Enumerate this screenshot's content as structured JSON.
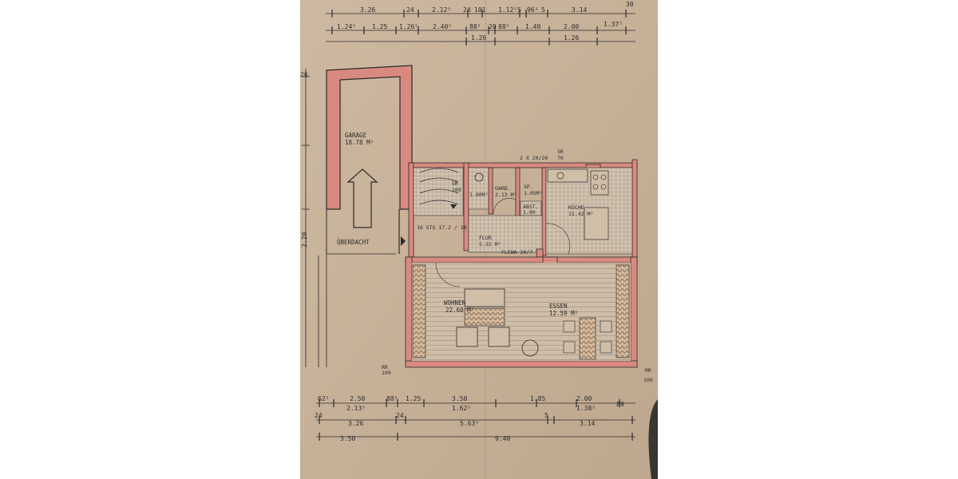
{
  "rooms": {
    "garage": {
      "name": "GARAGE",
      "area": "18.78 M²"
    },
    "ueberdacht": "ÜBERDACHT",
    "gard": {
      "name": "GARD.",
      "area": "2.13 M²"
    },
    "sp": {
      "name": "SP.",
      "area": "1.05M²"
    },
    "kueche": {
      "name": "KÜCHE",
      "area": "11.42 M²"
    },
    "abst": {
      "name": "ABST.",
      "area": "1.80"
    },
    "flur": {
      "name": "FLUR",
      "area": "5.22 M²"
    },
    "wohnen": {
      "name": "WOHNEN",
      "area": "22.60 M²"
    },
    "essen": {
      "name": "ESSEN",
      "area": "12.59 M²"
    },
    "wc_area": "1.80M²"
  },
  "labels": {
    "stair": "16 STG 17.2 / 28",
    "window_note": "2 X 20/20",
    "sr_top": "SR",
    "sr_top_value": "70",
    "sr_stair": "SR",
    "sr_stair_value": "100",
    "flewa": "FLEWA 20/7",
    "rr_left": "RR",
    "rr_left_value": "100",
    "rr_right": "RR",
    "rr_right_value": "100",
    "side_dim": "2.20"
  },
  "dims_top_row1": [
    "3.26",
    "24",
    "2.12⁵",
    "24",
    "101",
    "1.12⁵",
    "5",
    "96⁵",
    "5",
    "3.14",
    "30"
  ],
  "dims_top_row2": [
    "1.24⁵",
    "1.25",
    "1.26⁵",
    "2.40⁵",
    "88⁵",
    "20",
    "88⁵",
    "1.40",
    "2.00",
    "1.37⁵"
  ],
  "dims_top_row3": [
    "1.26",
    "1.26"
  ],
  "dims_bottom_row1": [
    "62⁵",
    "2.50",
    "88⁵",
    "1.25",
    "3.50",
    "1.85",
    "2.00",
    "89"
  ],
  "dims_bottom_row2": [
    "2.13⁵",
    "1.62⁵",
    "1.38⁵"
  ],
  "dims_bottom_row3": [
    "24",
    "3.26",
    "24",
    "5.63⁵",
    "5",
    "3.14"
  ],
  "dims_bottom_row4": [
    "3.50",
    "9.40"
  ],
  "colors": {
    "paper": "#c9b49d",
    "wall_fill": "#d98a80",
    "ink": "#2b2b2b"
  }
}
